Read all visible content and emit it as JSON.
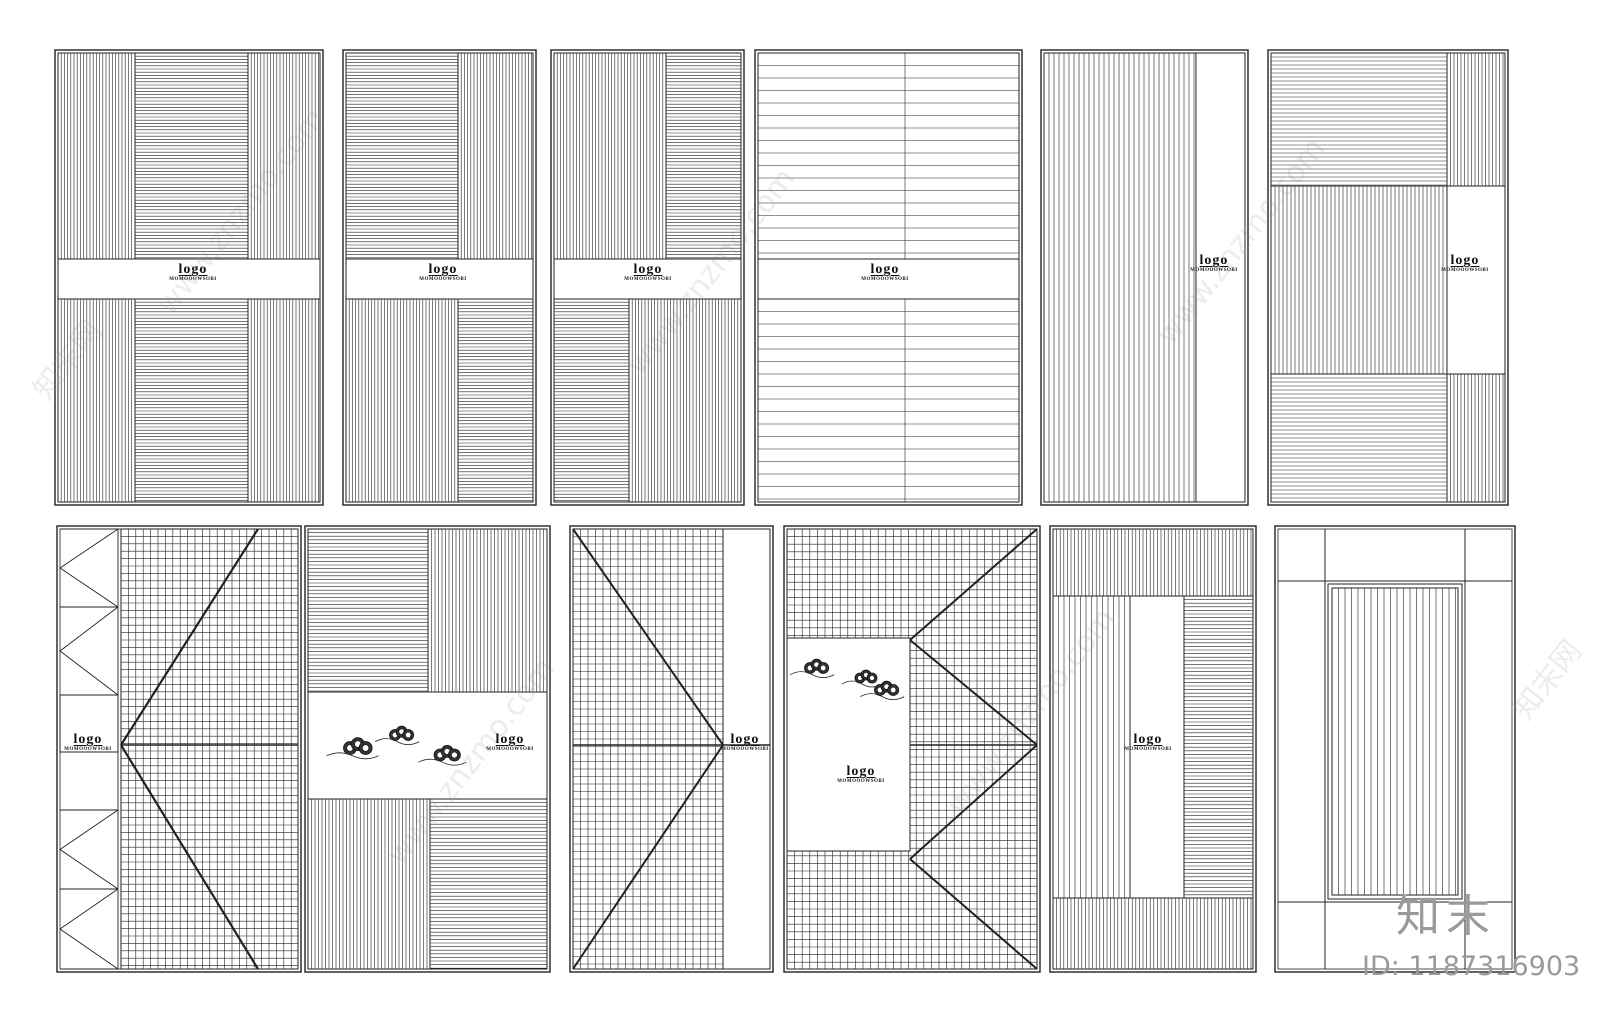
{
  "logo_word": "logo",
  "logo_subtitle": "MOMOOOWSOBI",
  "brand_mark": "知末",
  "brand_id": "ID: 1187316903",
  "watermark_text": "www.znzmo.com",
  "watermark_brand": "知末网",
  "line_color": "#222222",
  "watermark_color": "#b5b5b5"
}
